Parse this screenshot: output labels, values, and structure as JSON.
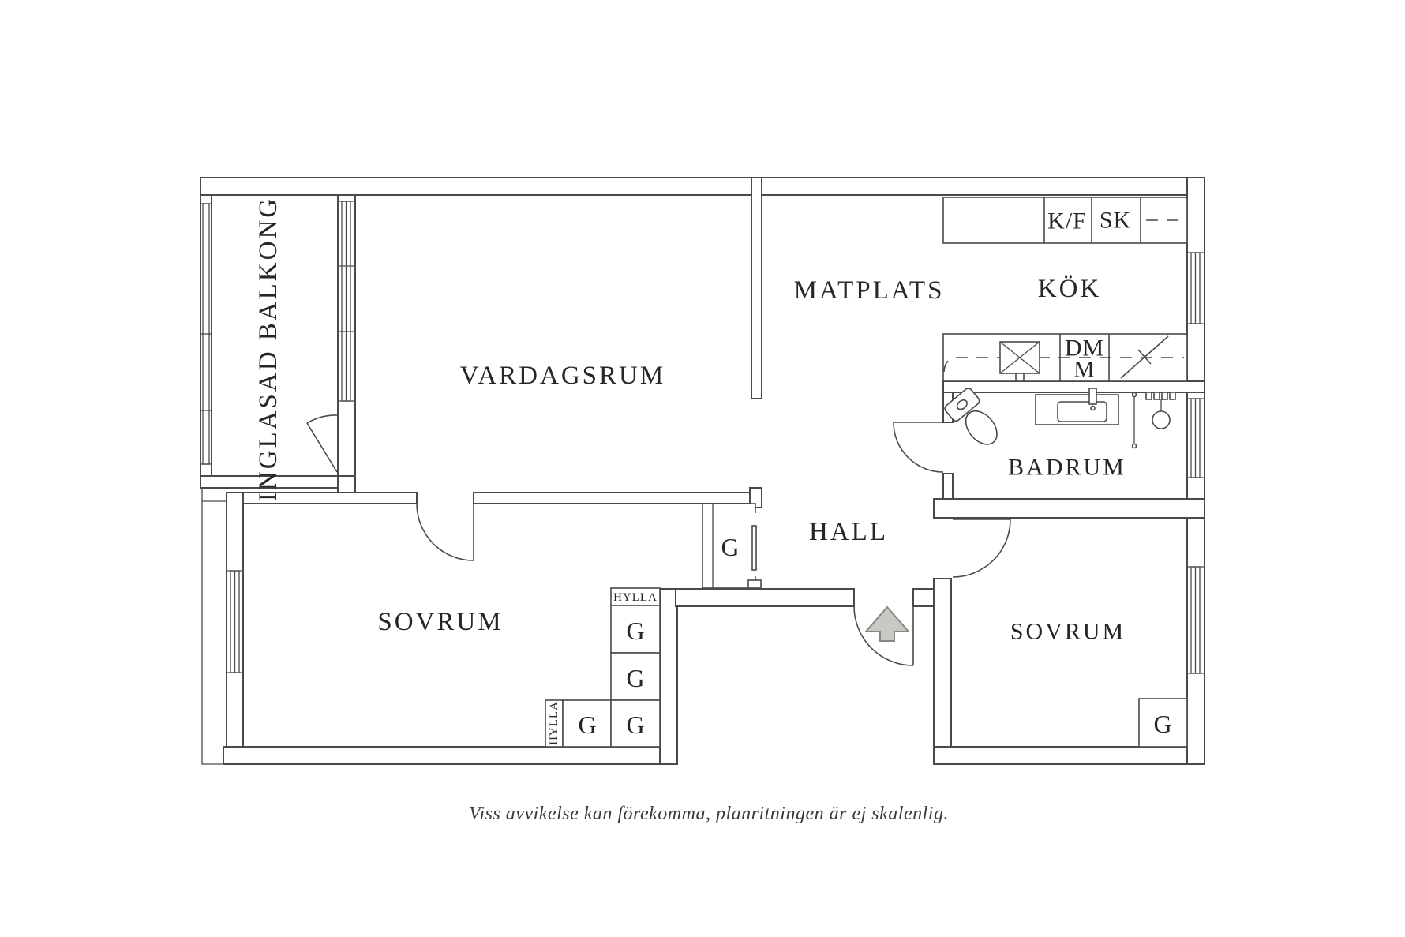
{
  "meta": {
    "caption": "Viss avvikelse kan förekomma, planritningen är ej skalenlig."
  },
  "rooms": {
    "balcony": "INGLASAD BALKONG",
    "living_room": "VARDAGSRUM",
    "dining": "MATPLATS",
    "kitchen": "KÖK",
    "bathroom": "BADRUM",
    "hall": "HALL",
    "bedroom_left": "SOVRUM",
    "bedroom_right": "SOVRUM"
  },
  "fixtures": {
    "fridge_freezer": "K/F",
    "tall_cabinet": "SK",
    "dishwasher_top": "DM",
    "dishwasher_bottom": "M",
    "wardrobe": "G",
    "shelf": "HYLLA"
  },
  "colors": {
    "line": "#4a4a4a",
    "text": "#262626",
    "arrow_fill": "#c9c9c4",
    "arrow_stroke": "#87877f",
    "background": "#ffffff"
  }
}
